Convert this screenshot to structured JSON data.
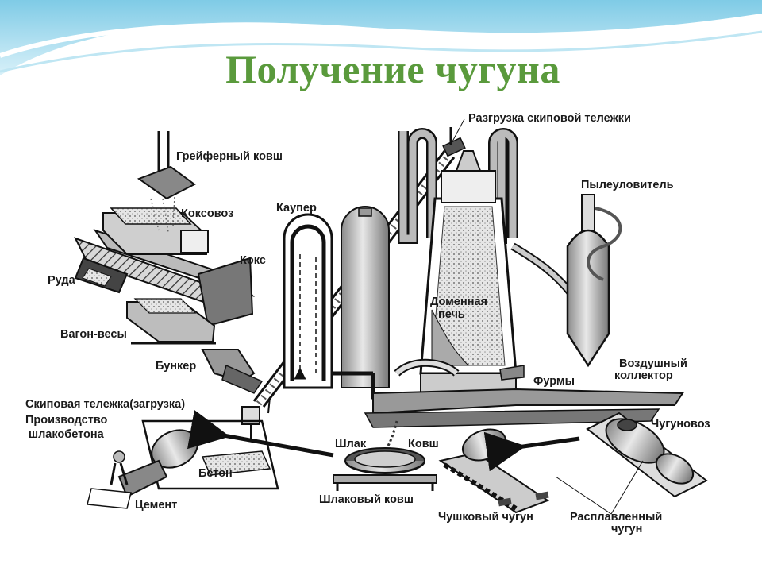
{
  "title": "Получение чугуна",
  "labels": {
    "skip_unload": "Разгрузка скиповой тележки",
    "grab_bucket": "Грейферный ковш",
    "coke_car": "Коксовоз",
    "cowper": "Каупер",
    "dust_catcher": "Пылеуловитель",
    "coke": "Кокс",
    "ore": "Руда",
    "blast_furnace_line1": "Доменная",
    "blast_furnace_line2": "печь",
    "scale_car": "Вагон-весы",
    "bunker": "Бункер",
    "air_collector_line1": "Воздушный",
    "air_collector_line2": "коллектор",
    "tuyeres": "Фурмы",
    "skip_load": "Скиповая тележка(загрузка)",
    "slag_concrete_line1": "Производство",
    "slag_concrete_line2": "шлакобетона",
    "iron_car": "Чугуновоз",
    "slag": "Шлак",
    "ladle": "Ковш",
    "concrete": "Бетон",
    "cement": "Цемент",
    "slag_ladle": "Шлаковый ковш",
    "pig_iron": "Чушковый чугун",
    "molten_iron_line1": "Расплавленный",
    "molten_iron_line2": "чугун"
  }
}
